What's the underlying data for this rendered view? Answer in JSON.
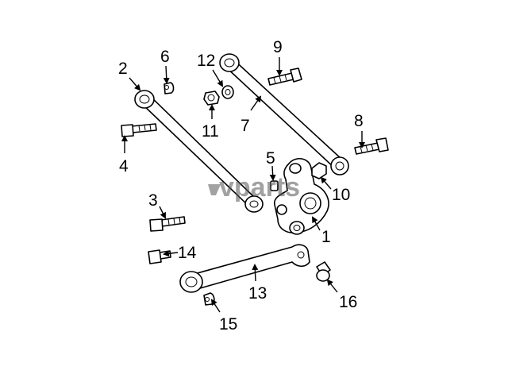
{
  "watermark": {
    "text": "vparts"
  },
  "callouts": [
    "1",
    "2",
    "3",
    "4",
    "5",
    "6",
    "7",
    "8",
    "9",
    "10",
    "11",
    "12",
    "13",
    "14",
    "15",
    "16"
  ]
}
